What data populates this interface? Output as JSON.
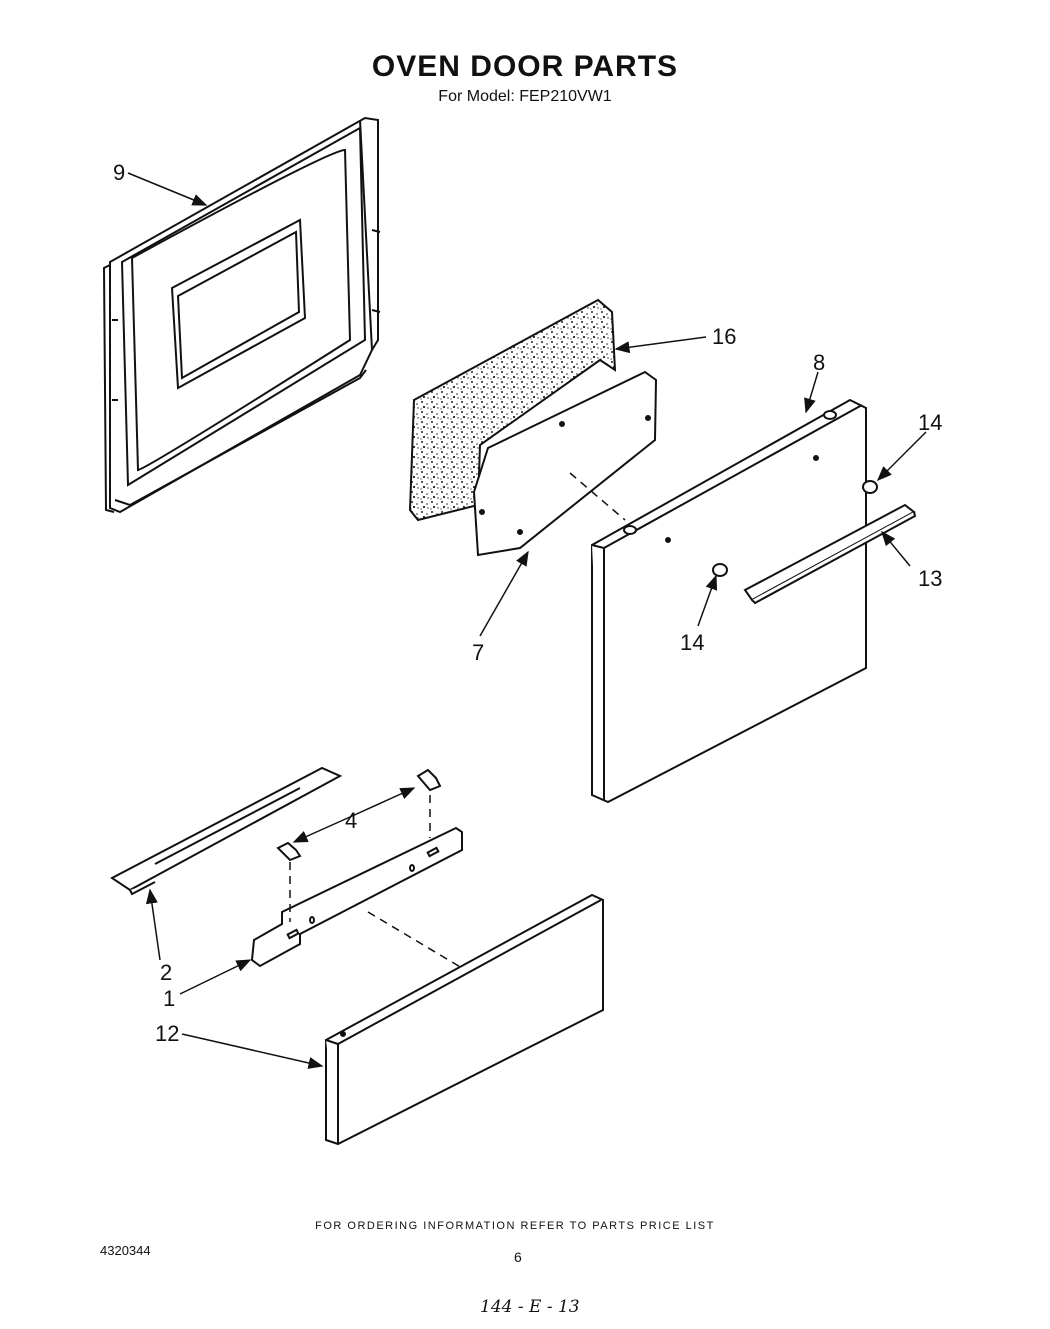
{
  "header": {
    "title": "OVEN DOOR PARTS",
    "subtitle": "For Model: FEP210VW1"
  },
  "callouts": {
    "c1": "1",
    "c2": "2",
    "c4": "4",
    "c7": "7",
    "c8": "8",
    "c9": "9",
    "c12": "12",
    "c13": "13",
    "c14a": "14",
    "c14b": "14",
    "c16": "16"
  },
  "footer": {
    "ordering_note": "FOR ORDERING INFORMATION REFER TO PARTS PRICE LIST",
    "doc_number": "4320344",
    "page_number": "6",
    "handwritten_code": "144 - E - 13"
  }
}
